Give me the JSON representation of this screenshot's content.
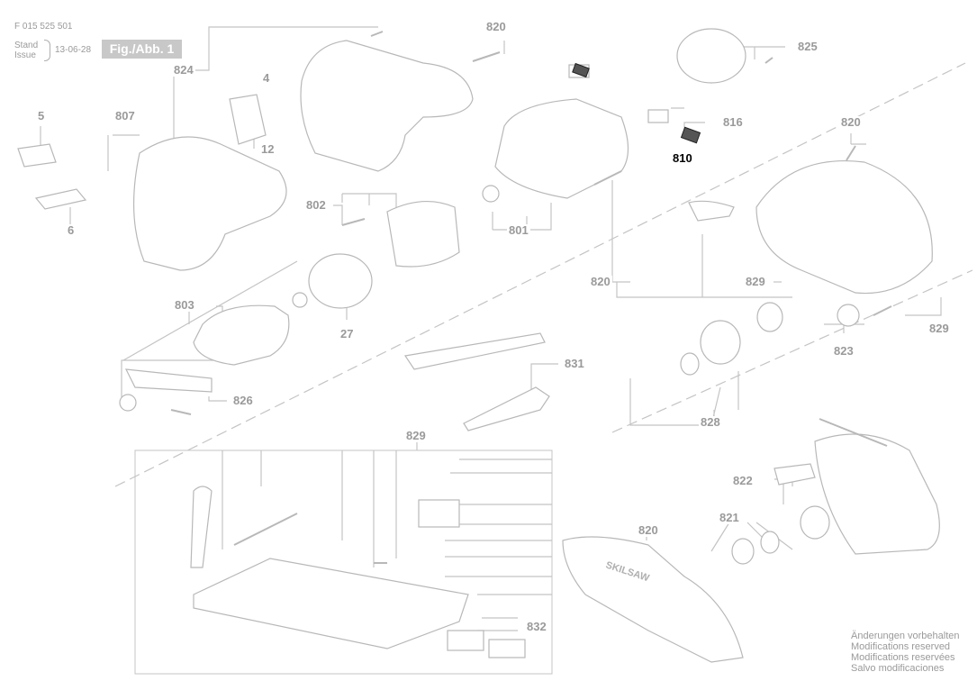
{
  "header": {
    "doc_number": "F 015 525 501",
    "stand_label": "Stand",
    "issue_label": "Issue",
    "date": "13-06-28",
    "figure": "Fig./Abb. 1"
  },
  "parts": {
    "p4": "4",
    "p5": "5",
    "p6": "6",
    "p12": "12",
    "p27": "27",
    "p801": "801",
    "p802": "802",
    "p803": "803",
    "p807": "807",
    "p810": "810",
    "p816": "816",
    "p820_top": "820",
    "p820_right": "820",
    "p820_mid": "820",
    "p820_bottom": "820",
    "p821": "821",
    "p822": "822",
    "p823": "823",
    "p824": "824",
    "p825": "825",
    "p826": "826",
    "p828": "828",
    "p829_right": "829",
    "p829_far": "829",
    "p829_base": "829",
    "p831": "831",
    "p832": "832"
  },
  "highlighted_part": "810",
  "brand_marking": "SKILSAW",
  "notes": [
    "Änderungen vorbehalten",
    "Modifications reserved",
    "Modifications reservées",
    "Salvo modificaciones"
  ]
}
